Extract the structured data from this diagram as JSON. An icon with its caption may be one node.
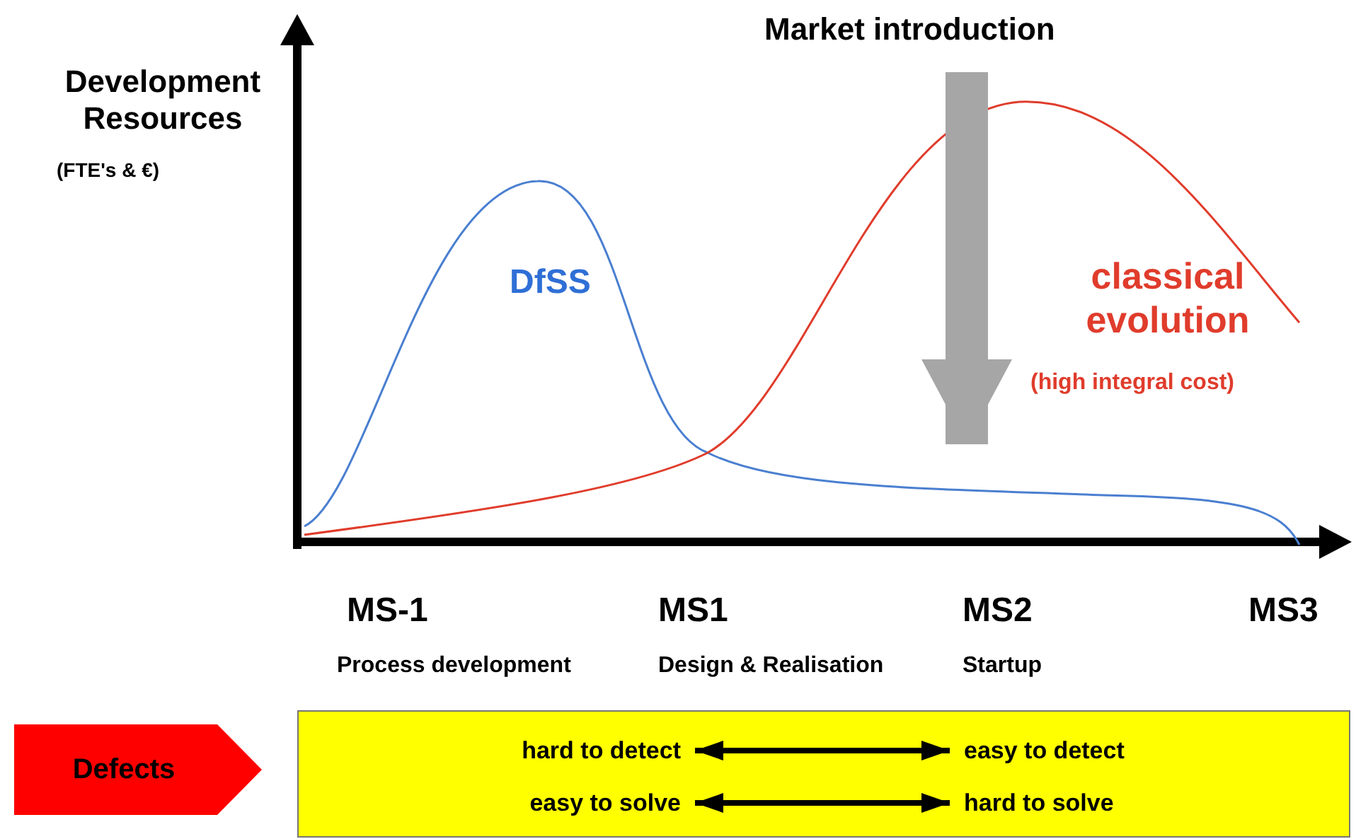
{
  "diagram": {
    "nodes": [
      {
        "text": [
          "Defects"
        ]
      },
      {
        "text": [],
        "shape": "box"
      },
      {
        "text": [
          "hard to detect"
        ],
        "in": 1
      },
      {
        "text": [
          "easy to detect"
        ],
        "in": 1
      },
      {
        "text": [
          "easy to solve"
        ],
        "in": 1
      },
      {
        "text": [
          "hard to solve"
        ],
        "in": 1
      },
      {
        "text": [
          "Market introduction"
        ]
      }
    ],
    "edges": [
      {
        "from": 2,
        "to": 3,
        "arrow": "both"
      },
      {
        "from": 4,
        "to": 5,
        "arrow": "both"
      },
      {
        "from": 6,
        "to": null,
        "arrow": "to",
        "style": "thick",
        "color": "#a6a6a6"
      }
    ],
    "labels": [
      "Development Resources",
      "(FTE's & €)",
      "DfSS",
      "classical evolution",
      "(high integral cost)",
      "MS-1",
      "MS1",
      "MS2",
      "MS3",
      "Process development",
      "Design & Realisation",
      "Startup"
    ]
  }
}
